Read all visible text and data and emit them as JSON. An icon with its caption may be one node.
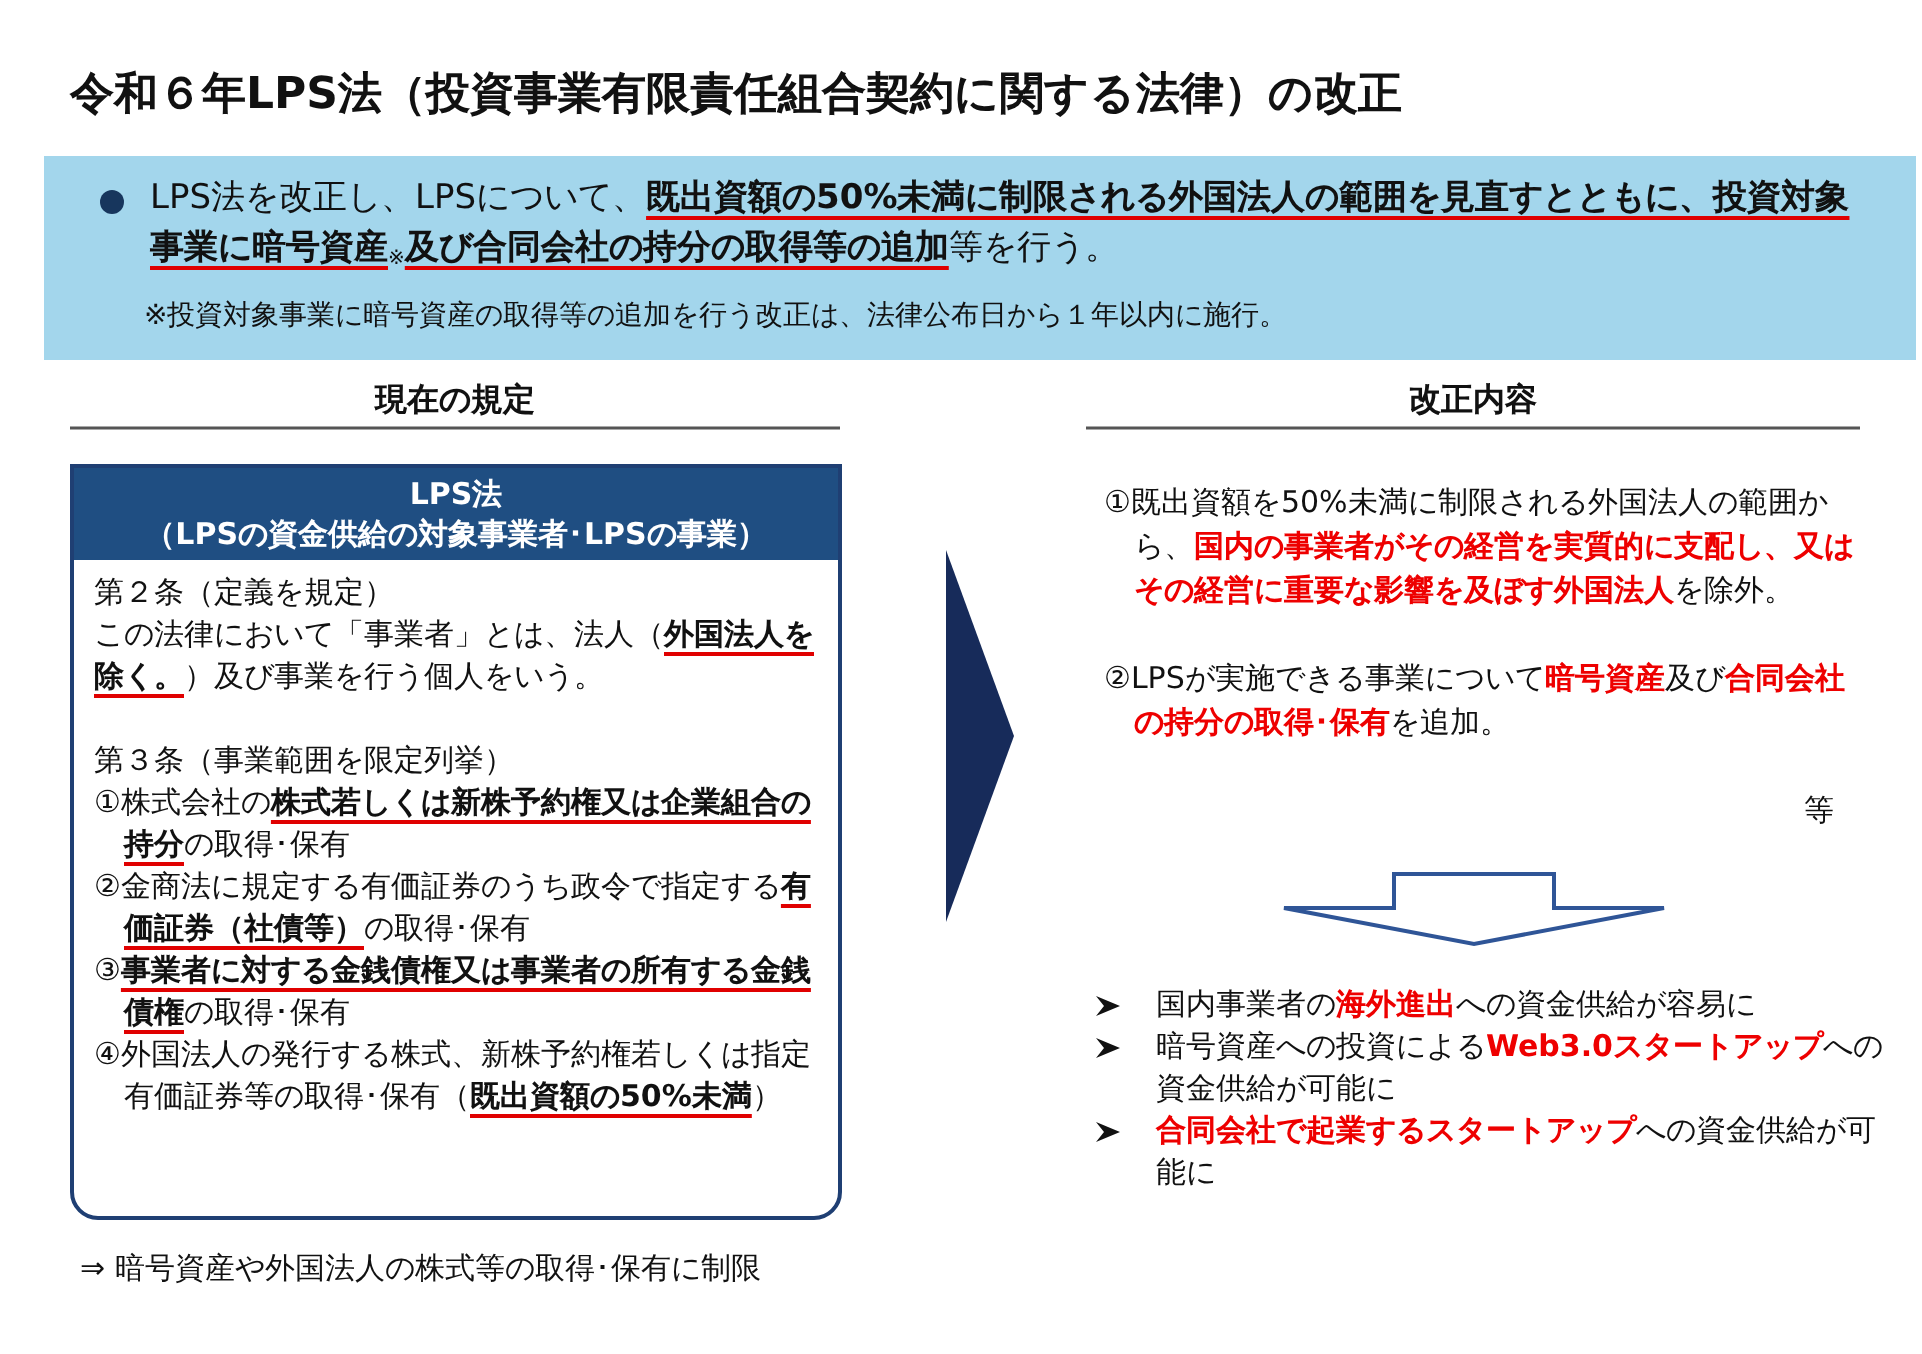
{
  "diagram": {
    "title": "令和６年LPS法（投資事業有限責任組合契約に関する法律）の改正",
    "nodes": [
      {
        "text": [
          "LPS法を改正し、LPSについて、**既出資額の50%未満に制限される外国法人の範囲を見直すとともに、投資対象事業に暗号資産**$_{※}$**及び合同会社の持分の取得等の追加**等を行う。",
          "※投資対象事業に暗号資産の取得等の追加を行う改正は、法律公布日から１年以内に施行。"
        ]
      },
      {
        "text": [
          "LPS法",
          "（LPSの資金供給の対象事業者･LPSの事業）",
          "第２条（定義を規定）",
          "この法律において「事業者」とは、法人（**外国法人を除く。**）及び事業を行う個人をいう。",
          "第３条（事業範囲を限定列挙）",
          "①株式会社の**株式若しくは新株予約権又は企業組合の持分**の取得･保有",
          "②金商法に規定する有価証券のうち政令で指定する**有価証券（社債等）**の取得･保有",
          "③**事業者に対する金銭債権又は事業者の所有する金銭債権**の取得･保有",
          "④外国法人の発行する株式、新株予約権若しくは指定有価証券等の取得･保有（**既出資額の50%未満**）"
        ]
      },
      {
        "text": [
          "①既出資額を50%未満に制限される外国法人の範囲から、**国内の事業者がその経営を実質的に支配し、又はその経営に重要な影響を及ぼす外国法人**を除外。",
          "②LPSが実施できる事業について**暗号資産**及び**合同会社の持分の取得･保有**を追加。",
          "等"
        ]
      },
      {
        "text": [
          "国内事業者の**海外進出**への資金供給が容易に",
          "暗号資産への投資による**Web3.0スタートアップ**への資金供給が可能に",
          "**合同会社で起業するスタートアップ**への資金供給が可能に"
        ]
      }
    ],
    "edges": [
      {
        "from": 1,
        "to": 2,
        "arrow": "to"
      },
      {
        "from": 2,
        "to": 3,
        "arrow": "to"
      }
    ],
    "labels": [
      "現在の規定",
      "改正内容",
      "⇒ 暗号資産や外国法人の株式等の取得･保有に制限"
    ]
  }
}
